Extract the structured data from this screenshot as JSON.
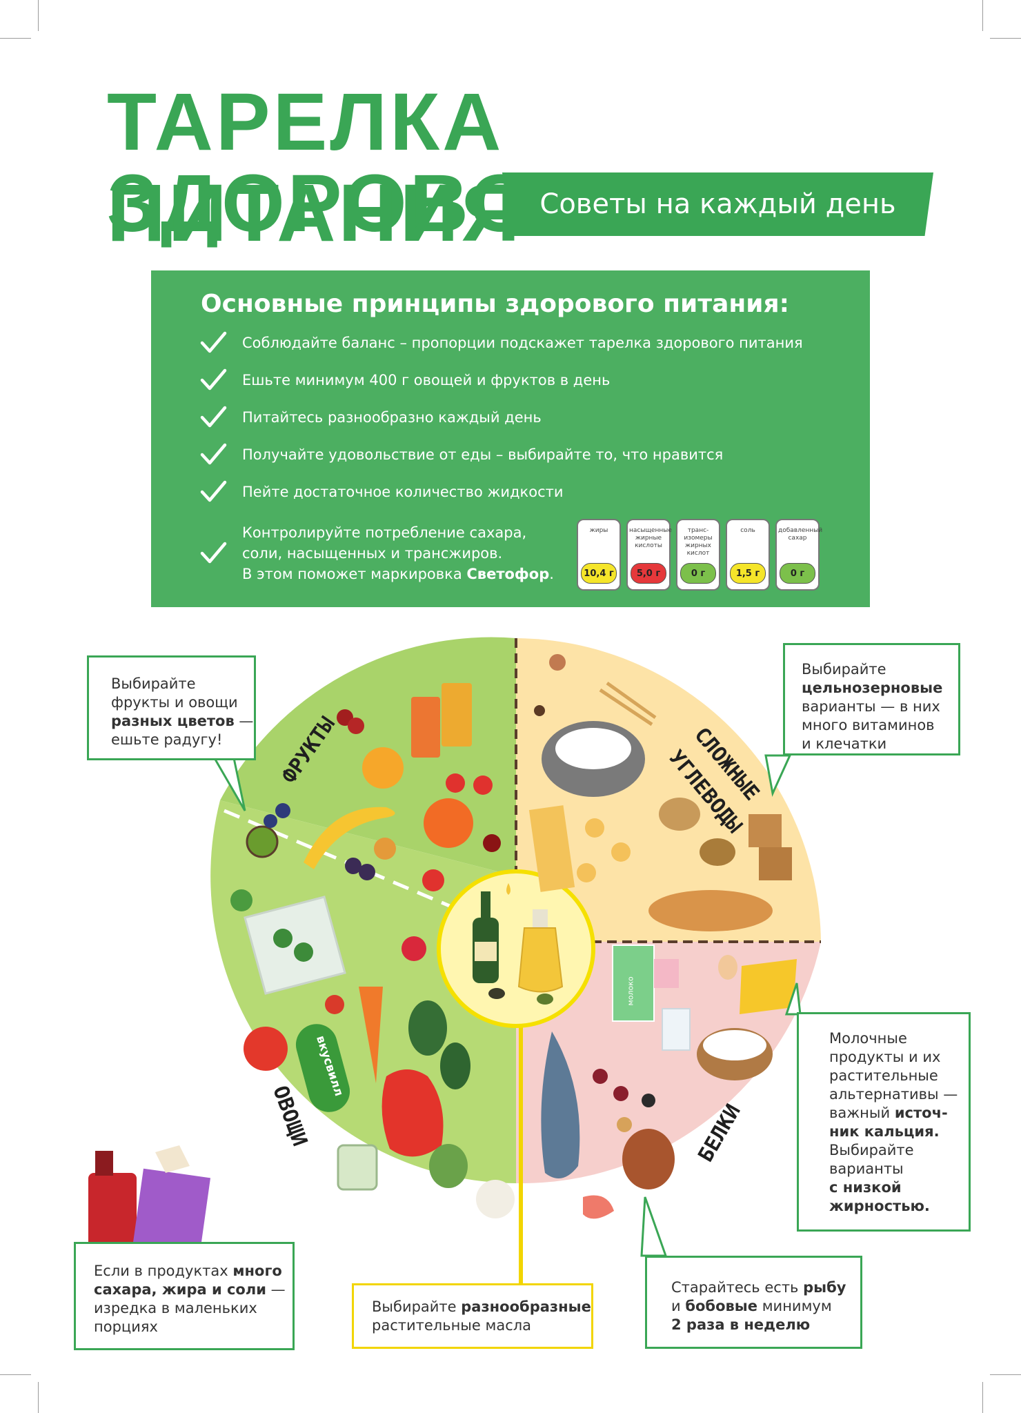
{
  "title": {
    "line1": "ТАРЕЛКА ЗДОРОВОГО",
    "line2": "ПИТАНИЯ",
    "subtitle": "Советы на каждый день"
  },
  "principles": {
    "heading": "Основные принципы здорового питания:",
    "items": [
      "Соблюдайте баланс – пропорции подскажет тарелка здорового питания",
      "Ешьте минимум 400 г овощей и фруктов в день",
      "Питайтесь разнообразно каждый день",
      "Получайте удовольствие от еды – выбирайте то, что нравится",
      "Пейте достаточное количество жидкости"
    ],
    "last_item": {
      "line1": "Контролируйте потребление сахара,",
      "line2": "соли, насыщенных и трансжиров.",
      "line3_prefix": "В этом поможет маркировка ",
      "line3_bold": "Светофор",
      "line3_suffix": "."
    },
    "traffic_label": [
      {
        "name": "жиры",
        "value": "10,4 г",
        "color": "#f5e52a"
      },
      {
        "name": "насыщенные жирные кислоты",
        "value": "5,0 г",
        "color": "#e5383b"
      },
      {
        "name": "транс-изомеры жирных кислот",
        "value": "0 г",
        "color": "#7cc04b"
      },
      {
        "name": "соль",
        "value": "1,5 г",
        "color": "#f5e52a"
      },
      {
        "name": "добавленный сахар",
        "value": "0 г",
        "color": "#7cc04b"
      }
    ]
  },
  "plate": {
    "fruits_label": "ФРУКТЫ",
    "vegetables_label": "ОВОЩИ",
    "carbs_label_line1": "СЛОЖНЫЕ",
    "carbs_label_line2": "УГЛЕВОДЫ",
    "protein_label": "БЕЛКИ",
    "cucumber_text": "вкусвилл",
    "milk_text": "молоко",
    "colors": {
      "fruits": "#a9d36a",
      "vegetables": "#b6da74",
      "carbs": "#fde3a7",
      "protein": "#f6cfcc",
      "oil": "#fff6b0"
    }
  },
  "callouts": {
    "fruits": {
      "l1": "Выбирайте",
      "l2": "фрукты и овощи",
      "l3b": "разных цветов",
      "l3": " —",
      "l4": "ешьте радугу!"
    },
    "carbs": {
      "l1": "Выбирайте",
      "l2b": "цельнозерновые",
      "l3": "варианты — в них",
      "l4": "много витаминов",
      "l5": "и клечатки"
    },
    "dairy": {
      "l1": "Молочные",
      "l2": "продукты и их",
      "l3": "растительные",
      "l4": "альтернативы —",
      "l5": "важный ",
      "l5b": "источ-",
      "l6b": "ник кальция.",
      "l7": "Выбирайте",
      "l8": "варианты",
      "l9b": "с низкой",
      "l10b": "жирностью."
    },
    "sugar": {
      "l1": "Если в продуктах ",
      "l1b": "много",
      "l2b": "сахара, жира и соли",
      "l2": " —",
      "l3": "изредка в маленьких",
      "l4": "порциях"
    },
    "oil": {
      "l1": "Выбирайте ",
      "l1b": "разнообразные",
      "l2": "растительные масла"
    },
    "fish": {
      "l1": "Старайтесь есть ",
      "l1b": "рыбу",
      "l2": "и ",
      "l2b": "бобовые",
      "l2c": " минимум",
      "l3b": "2 раза в неделю"
    }
  }
}
